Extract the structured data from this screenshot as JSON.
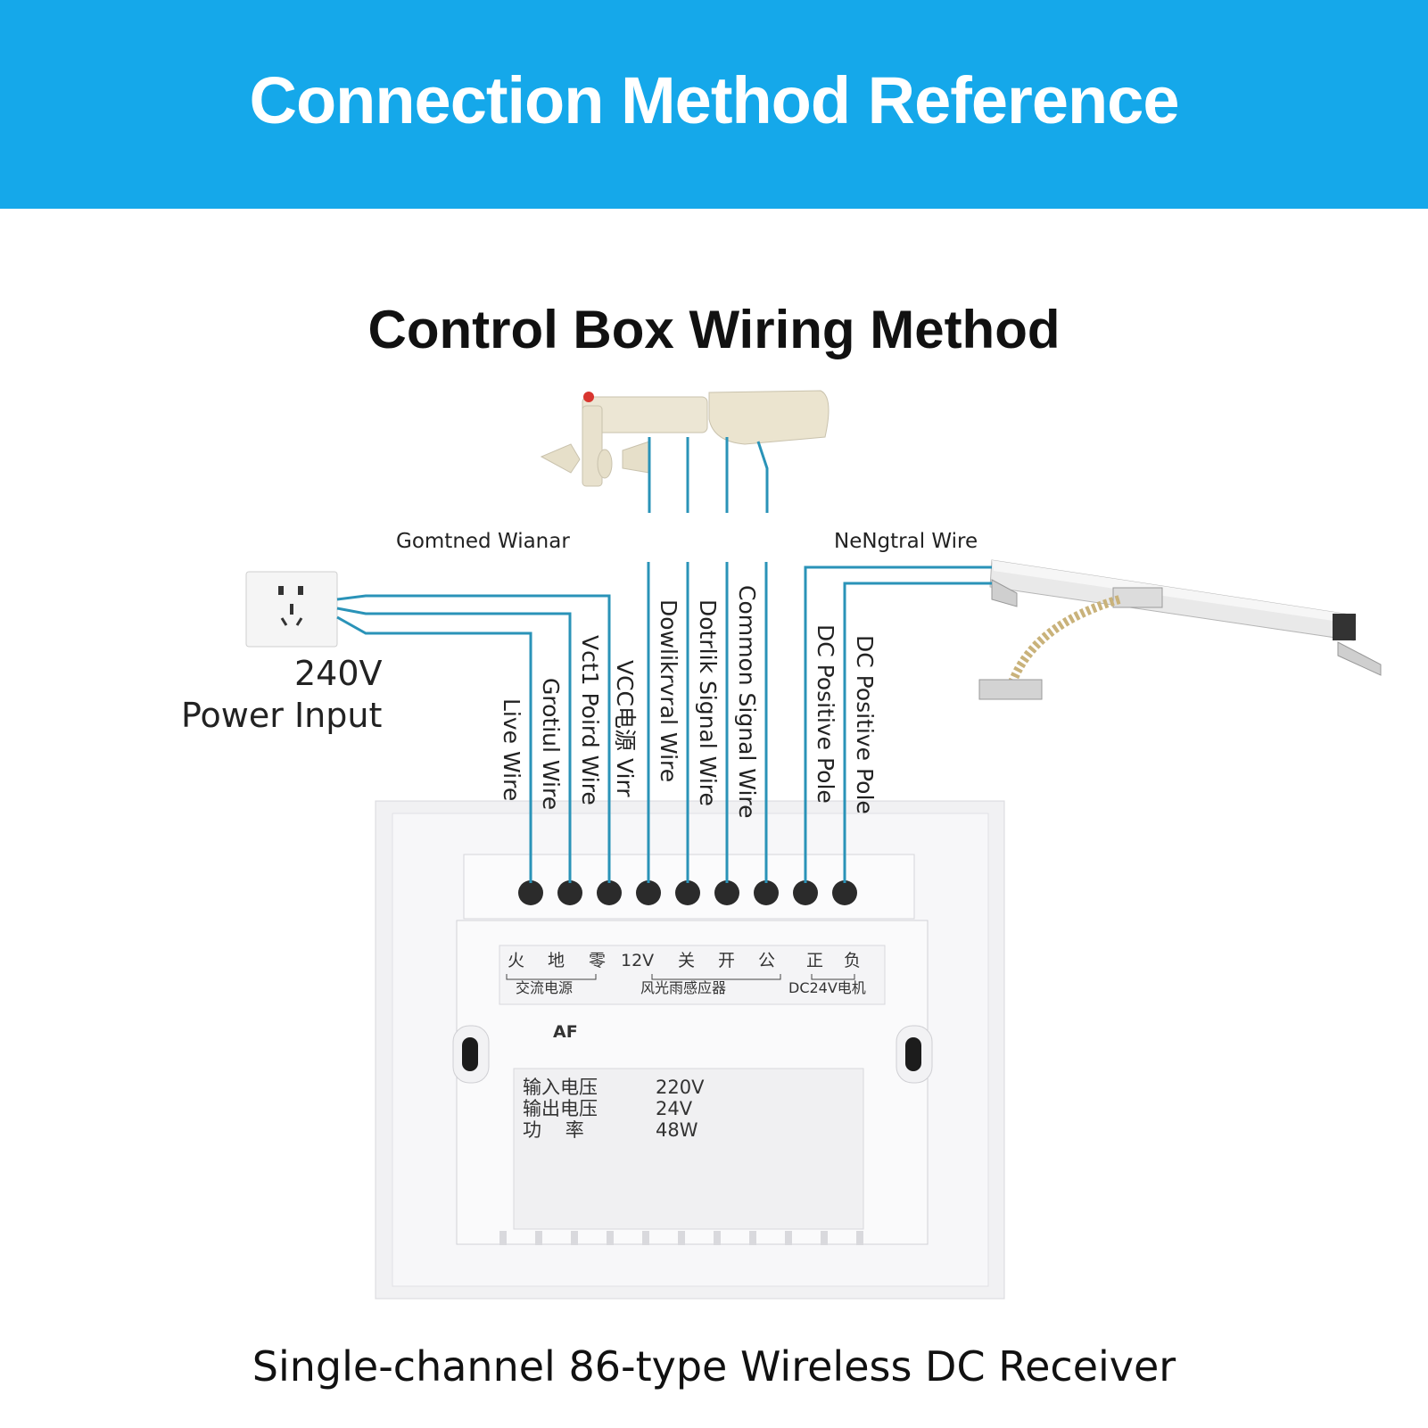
{
  "header": {
    "title": "Connection Method Reference"
  },
  "section": {
    "title": "Control Box Wiring Method"
  },
  "labels": {
    "left_group": "Gomtned Wianar",
    "right_group": "NeNgtral Wire",
    "power_voltage": "240V",
    "power_input": "Power Input"
  },
  "wire_labels": [
    "Live Wire",
    "Grotiul Wire",
    "Vct1 Poird Wire",
    "VCC电源 Virr",
    "Dowlikrvral Wire",
    "Dotrlik Signal Wire",
    "Common Signal Wire",
    "DC Positive Pole",
    "DC Positive Pole"
  ],
  "terminal_labels": {
    "top_row": [
      "火",
      "地",
      "零",
      "12V",
      "关",
      "开",
      "公",
      "正",
      "负"
    ],
    "group1": "交流电源",
    "group2": "风光雨感应器",
    "group3": "DC24V电机"
  },
  "model_mark": "AF",
  "specs": [
    {
      "label": "输入电压",
      "value": "220V"
    },
    {
      "label": "输出电压",
      "value": "24V"
    },
    {
      "label": "功    率",
      "value": "48W"
    }
  ],
  "caption": "Single-channel 86-type Wireless DC Receiver",
  "colors": {
    "banner": "#15a8ea",
    "wire": "#2a93b8"
  }
}
